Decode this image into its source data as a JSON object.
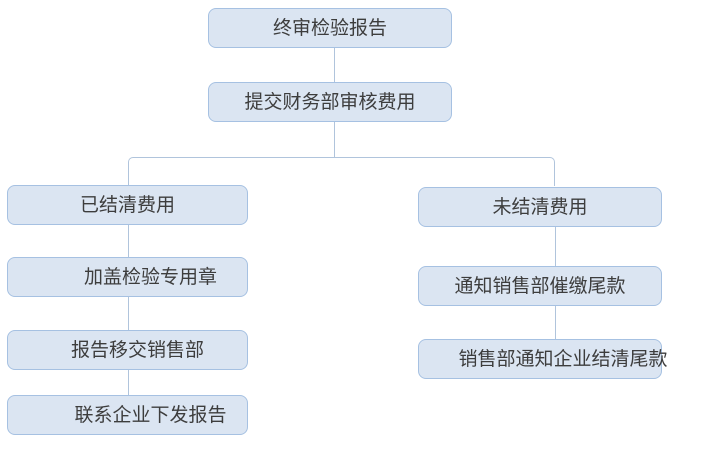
{
  "colors": {
    "node_fill": "#dbe5f2",
    "node_border": "#a6c1e2",
    "connector": "#b0c4dc",
    "text": "#3d3d3d"
  },
  "flowchart": {
    "type": "flowchart",
    "nodes": [
      {
        "id": "final-inspection-report",
        "label": "终审检验报告"
      },
      {
        "id": "submit-finance-review",
        "label": "提交财务部审核费用"
      },
      {
        "id": "fees-settled",
        "label": "已结清费用"
      },
      {
        "id": "stamp-inspection-seal",
        "label": "加盖检验专用章"
      },
      {
        "id": "report-to-sales",
        "label": "报告移交销售部"
      },
      {
        "id": "contact-enterprise-issue",
        "label": "联系企业下发报告"
      },
      {
        "id": "fees-unsettled",
        "label": "未结清费用"
      },
      {
        "id": "notify-sales-collect-balance",
        "label": "通知销售部催缴尾款"
      },
      {
        "id": "sales-notify-enterprise-settle",
        "label": "销售部通知企业结清尾款"
      }
    ],
    "edges": [
      {
        "from": "final-inspection-report",
        "to": "submit-finance-review"
      },
      {
        "from": "submit-finance-review",
        "to": "fees-settled"
      },
      {
        "from": "submit-finance-review",
        "to": "fees-unsettled"
      },
      {
        "from": "fees-settled",
        "to": "stamp-inspection-seal"
      },
      {
        "from": "stamp-inspection-seal",
        "to": "report-to-sales"
      },
      {
        "from": "report-to-sales",
        "to": "contact-enterprise-issue"
      },
      {
        "from": "fees-unsettled",
        "to": "notify-sales-collect-balance"
      },
      {
        "from": "notify-sales-collect-balance",
        "to": "sales-notify-enterprise-settle"
      }
    ]
  }
}
